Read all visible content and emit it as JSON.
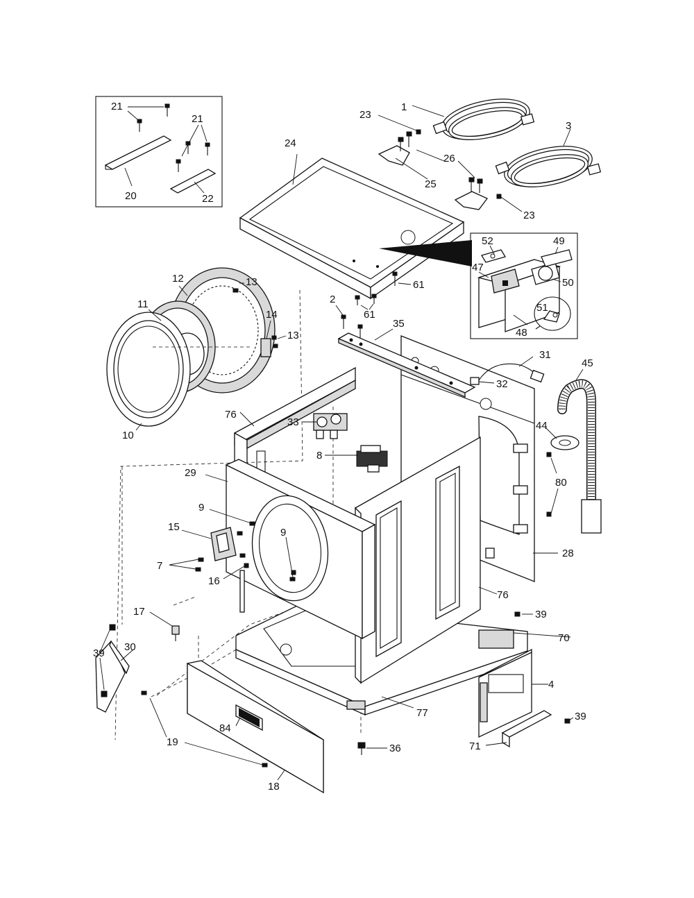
{
  "diagram": {
    "callouts": {
      "c1": "1",
      "c2": "2",
      "c3": "3",
      "c4": "4",
      "c7": "7",
      "c8": "8",
      "c9a": "9",
      "c9b": "9",
      "c10": "10",
      "c11": "11",
      "c12": "12",
      "c13a": "13",
      "c13b": "13",
      "c14": "14",
      "c15": "15",
      "c16": "16",
      "c17": "17",
      "c18": "18",
      "c19": "19",
      "c20": "20",
      "c21a": "21",
      "c21b": "21",
      "c22": "22",
      "c23a": "23",
      "c23b": "23",
      "c24": "24",
      "c25": "25",
      "c26": "26",
      "c28": "28",
      "c29": "29",
      "c30": "30",
      "c31": "31",
      "c32": "32",
      "c33": "33",
      "c35": "35",
      "c36": "36",
      "c39a": "39",
      "c39b": "39",
      "c39c": "39",
      "c44": "44",
      "c45": "45",
      "c47": "47",
      "c48": "48",
      "c49": "49",
      "c50": "50",
      "c51": "51",
      "c52": "52",
      "c61a": "61",
      "c61b": "61",
      "c70": "70",
      "c71": "71",
      "c76a": "76",
      "c76b": "76",
      "c77": "77",
      "c80": "80",
      "c84": "84"
    },
    "icons": {
      "hose": "inlet-hose-icon",
      "screw": "screw-icon",
      "drain": "drain-hose-icon"
    }
  }
}
